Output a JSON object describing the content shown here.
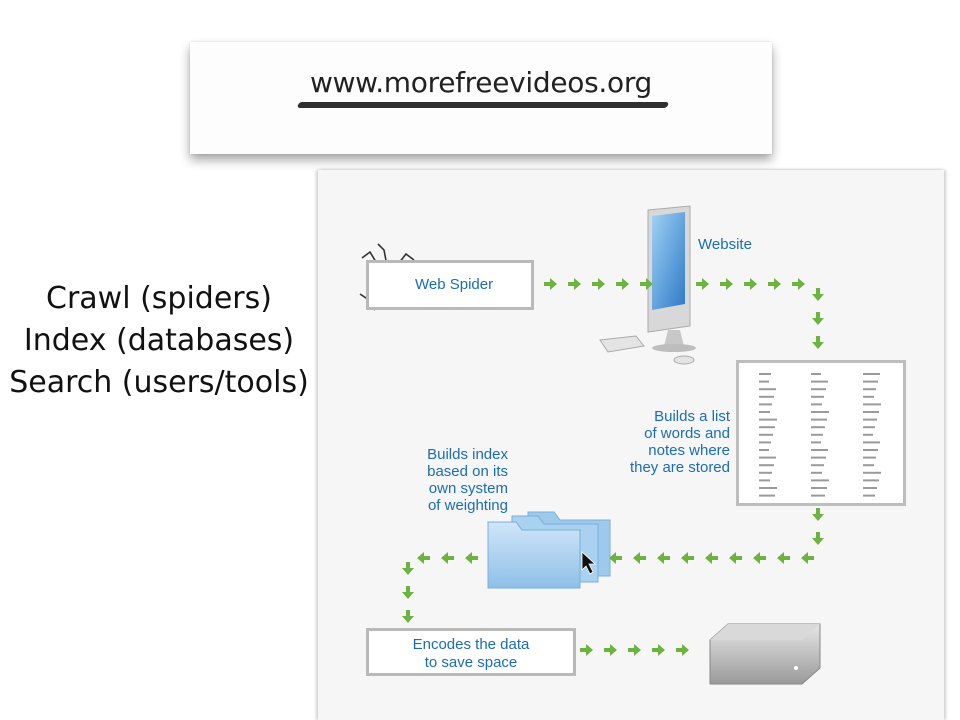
{
  "banner": {
    "url": "www.morefreevideos.org"
  },
  "slide": {
    "lines": [
      "Crawl (spiders)",
      "Index (databases)",
      "Search (users/tools)"
    ]
  },
  "diagram": {
    "web_spider": "Web Spider",
    "website": "Website",
    "list_label": [
      "Builds a list",
      "of words and",
      "notes where",
      "they are stored"
    ],
    "index_label": [
      "Builds index",
      "based on its",
      "own system",
      "of weighting"
    ],
    "encode_label": [
      "Encodes the data",
      "to save space"
    ]
  },
  "colors": {
    "arrow": "#6cb33f",
    "text_blue": "#1b6db3",
    "box_border": "#b9b9b9"
  },
  "icons": [
    "spider-icon",
    "imac-icon",
    "keyboard-icon",
    "mouse-icon",
    "folder-icon",
    "hard-drive-icon",
    "cursor-icon"
  ]
}
